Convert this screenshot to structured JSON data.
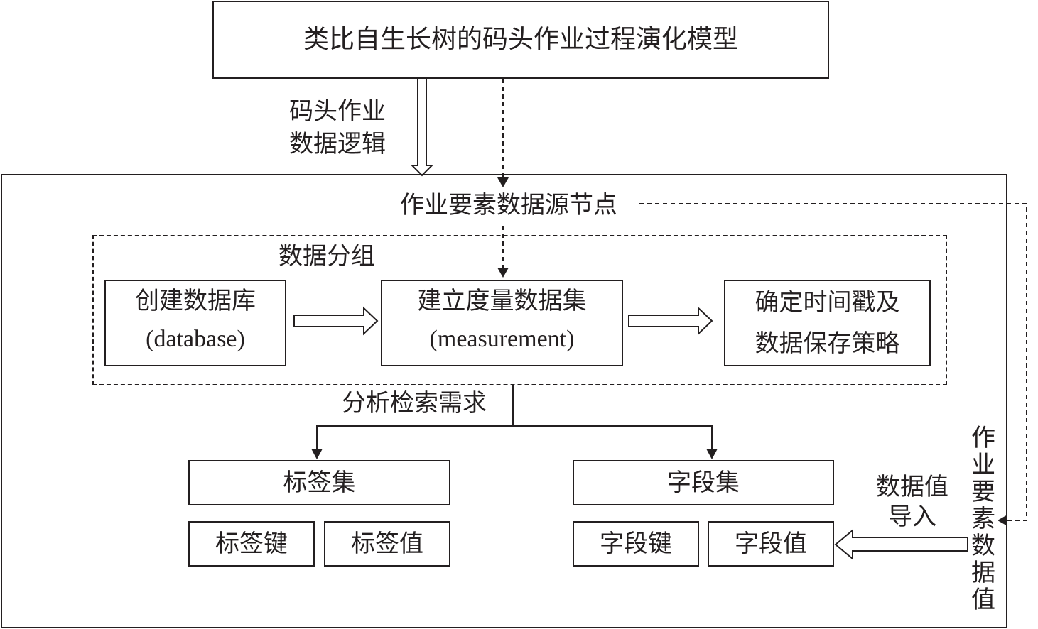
{
  "top_model": "类比自生长树的码头作业过程演化模型",
  "logic_label": [
    "码头作业",
    "数据逻辑"
  ],
  "source_node": "作业要素数据源节点",
  "grouping": {
    "title": "数据分组",
    "create_db": {
      "cn": "创建数据库",
      "en": "(database)"
    },
    "measurement": {
      "cn": "建立度量数据集",
      "en": "(measurement)"
    },
    "timestamp": {
      "line1": "确定时间戳及",
      "line2": "数据保存策略"
    }
  },
  "analysis": "分析检索需求",
  "tag_set": {
    "title": "标签集",
    "key": "标签键",
    "value": "标签值"
  },
  "field_set": {
    "title": "字段集",
    "key": "字段键",
    "value": "字段值"
  },
  "import_label": [
    "数据值",
    "导入"
  ],
  "element_values": "作业要素数据值"
}
